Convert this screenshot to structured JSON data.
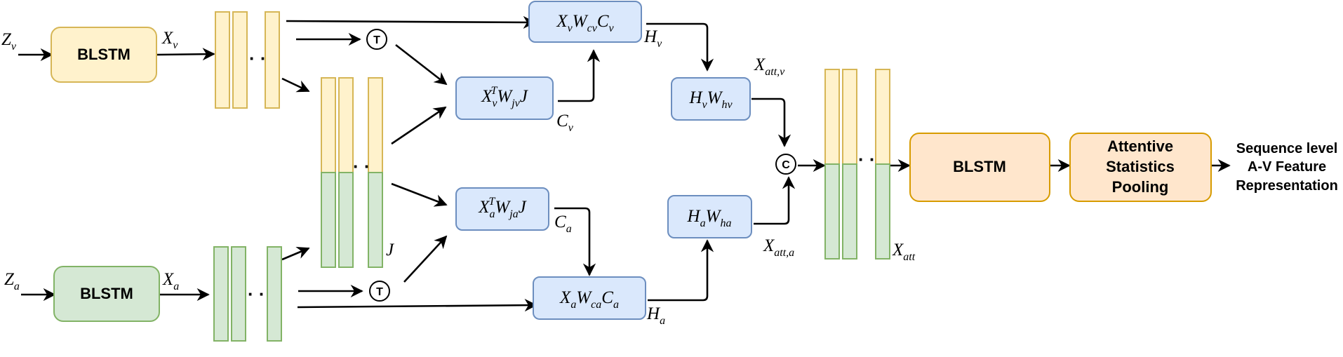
{
  "colors": {
    "yellow_fill": "#fff2cc",
    "yellow_stroke": "#d6b656",
    "green_fill": "#d5e8d4",
    "green_stroke": "#82b366",
    "blue_fill": "#dae8fc",
    "blue_stroke": "#6c8ebf",
    "orange_fill": "#ffe6cc",
    "orange_stroke": "#d79b00"
  },
  "inputs": {
    "zv": {
      "base": "Z",
      "sub": "v"
    },
    "za": {
      "base": "Z",
      "sub": "a"
    }
  },
  "blocks": {
    "blstm_visual": "BLSTM",
    "blstm_audio": "BLSTM",
    "blstm_fusion": "BLSTM",
    "pooling_line1": "Attentive",
    "pooling_line2": "Statistics",
    "pooling_line3": "Pooling"
  },
  "labels": {
    "xv": {
      "base": "X",
      "sub": "v"
    },
    "xa": {
      "base": "X",
      "sub": "a"
    },
    "j": "J",
    "cv": {
      "base": "C",
      "sub": "v"
    },
    "ca": {
      "base": "C",
      "sub": "a"
    },
    "hv": {
      "base": "H",
      "sub": "v"
    },
    "ha": {
      "base": "H",
      "sub": "a"
    },
    "xatt_v": {
      "base": "X",
      "sub": "att,v"
    },
    "xatt_a": {
      "base": "X",
      "sub": "att,a"
    },
    "xatt": {
      "base": "X",
      "sub": "att"
    },
    "dots": "· ·"
  },
  "operators": {
    "transpose": "T",
    "concat": "C"
  },
  "formulas": {
    "xv_wcv_cv": [
      {
        "t": "X"
      },
      {
        "t": "v",
        "sub": true
      },
      {
        "t": "W"
      },
      {
        "t": "cv",
        "sub": true
      },
      {
        "t": "C"
      },
      {
        "t": "v",
        "sub": true
      }
    ],
    "xvt_wjv_j": [
      {
        "t": "X"
      },
      {
        "t": "v",
        "sub": true
      },
      {
        "t": "T",
        "sup": true
      },
      {
        "t": "W"
      },
      {
        "t": "jv",
        "sub": true
      },
      {
        "t": "J"
      }
    ],
    "xat_wja_j": [
      {
        "t": "X"
      },
      {
        "t": "a",
        "sub": true
      },
      {
        "t": "T",
        "sup": true
      },
      {
        "t": "W"
      },
      {
        "t": "ja",
        "sub": true
      },
      {
        "t": "J"
      }
    ],
    "xa_wca_ca": [
      {
        "t": "X"
      },
      {
        "t": "a",
        "sub": true
      },
      {
        "t": "W"
      },
      {
        "t": "ca",
        "sub": true
      },
      {
        "t": "C"
      },
      {
        "t": "a",
        "sub": true
      }
    ],
    "hv_whv": [
      {
        "t": "H"
      },
      {
        "t": "v",
        "sub": true
      },
      {
        "t": "W"
      },
      {
        "t": "hv",
        "sub": true
      }
    ],
    "ha_wha": [
      {
        "t": "H"
      },
      {
        "t": "a",
        "sub": true
      },
      {
        "t": "W"
      },
      {
        "t": "ha",
        "sub": true
      }
    ]
  },
  "output": {
    "line1": "Sequence level",
    "line2": "A-V Feature",
    "line3": "Representation"
  }
}
